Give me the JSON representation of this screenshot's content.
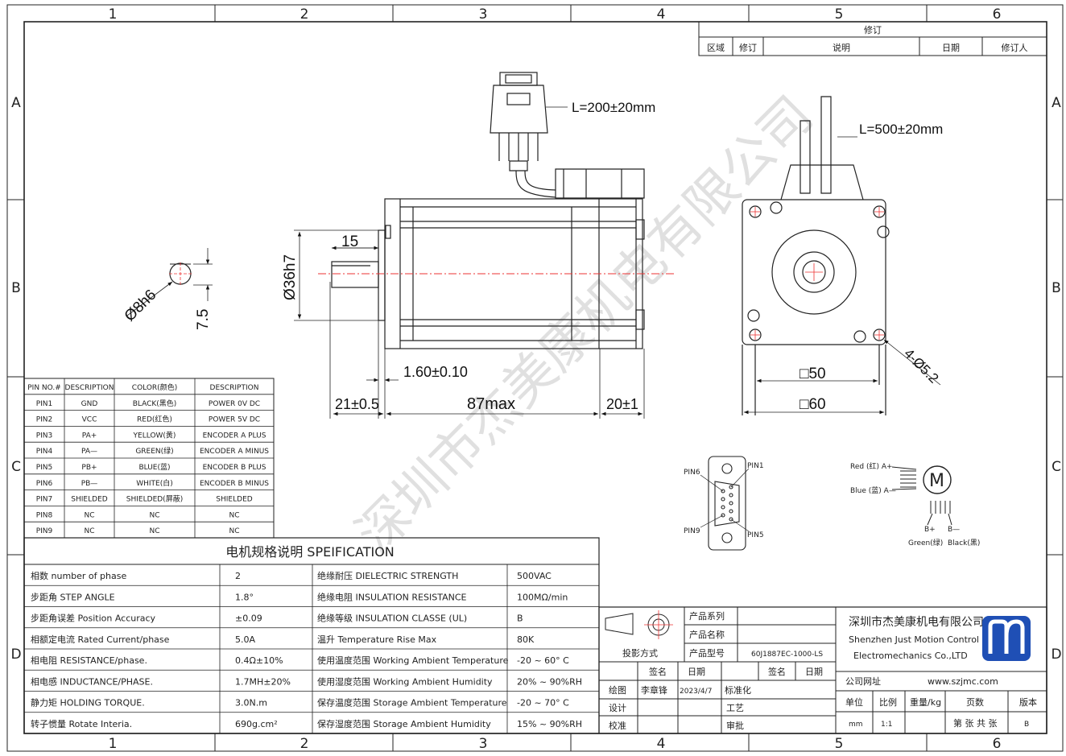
{
  "frame": {
    "columns": [
      "1",
      "2",
      "3",
      "4",
      "5",
      "6"
    ],
    "rows": [
      "A",
      "B",
      "C",
      "D"
    ]
  },
  "revision": {
    "title": "修订",
    "headers": [
      "区域",
      "修订",
      "说明",
      "日期",
      "修订人"
    ]
  },
  "dimensions": {
    "cable_connector": "L=200±20mm",
    "cable_power": "L=500±20mm",
    "shaft_dia": "Ø8h6",
    "shaft_flat": "7.5",
    "pilot": "Ø36h7",
    "flat_len": "15",
    "flange_thk": "1.60±0.10",
    "shaft_len": "21±0.5",
    "body_len": "87max",
    "rear_len": "20±1",
    "hole_spacing": "□50",
    "flange_size": "□60",
    "holes": "4-Ø5.2"
  },
  "pin_table": {
    "headers": [
      "PIN NO.#",
      "DESCRIPTION",
      "COLOR(颜色)",
      "DESCRIPTION"
    ],
    "rows": [
      [
        "PIN1",
        "GND",
        "BLACK(黑色)",
        "POWER 0V DC"
      ],
      [
        "PIN2",
        "VCC",
        "RED(红色)",
        "POWER 5V DC"
      ],
      [
        "PIN3",
        "PA+",
        "YELLOW(黄)",
        "ENCODER A PLUS"
      ],
      [
        "PIN4",
        "PA—",
        "GREEN(绿)",
        "ENCODER A MINUS"
      ],
      [
        "PIN5",
        "PB+",
        "BLUE(蓝)",
        "ENCODER B PLUS"
      ],
      [
        "PIN6",
        "PB—",
        "WHITE(白)",
        "ENCODER B MINUS"
      ],
      [
        "PIN7",
        "SHIELDED",
        "SHIELDED(屏蔽)",
        "SHIELDED"
      ],
      [
        "PIN8",
        "NC",
        "NC",
        "NC"
      ],
      [
        "PIN9",
        "NC",
        "NC",
        "NC"
      ]
    ]
  },
  "spec": {
    "title": "电机规格说明 SPEIFICATION",
    "rows": [
      [
        "相数 number of phase",
        "2",
        "绝缘耐压 DIELECTRIC STRENGTH",
        "500VAC"
      ],
      [
        "步距角 STEP ANGLE",
        "1.8°",
        "绝缘电阻 INSULATION RESISTANCE",
        "100MΩ/min"
      ],
      [
        "步距角误差 Position Accuracy",
        "±0.09",
        "绝缘等级 INSULATION CLASSE (UL)",
        "B"
      ],
      [
        "相额定电流 Rated Current/phase",
        "5.0A",
        "温升 Temperature Rise Max",
        "80K"
      ],
      [
        "相电阻 RESISTANCE/phase.",
        "0.4Ω±10%",
        "使用温度范围 Working Ambient Temperature",
        "-20 ~ 60° C"
      ],
      [
        "相电感 INDUCTANCE/PHASE.",
        "1.7MH±20%",
        "使用湿度范围 Working Ambient Humidity",
        "20% ~ 90%RH"
      ],
      [
        "静力矩 HOLDING TORQUE.",
        "3.0N.m",
        "保存温度范围 Storage Ambient Temperature",
        "-20 ~ 70° C"
      ],
      [
        "转子惯量 Rotate Interia.",
        "690g.cm²",
        "保存湿度范围 Storage Ambient Humidity",
        "15% ~ 90%RH"
      ]
    ]
  },
  "connector": {
    "pin6": "PIN6",
    "pin1": "PIN1",
    "pin9": "PIN9",
    "pin5": "PIN5"
  },
  "wiring": {
    "red": "Red (红) A+",
    "blue": "Blue (蓝) A—",
    "motor": "M",
    "bplus": "B+",
    "bminus": "B—",
    "green": "Green(绿)",
    "black": "Black(黑)"
  },
  "title_block": {
    "product_series": "产品系列",
    "product_name": "产品名称",
    "projection": "投影方式",
    "product_model": "产品型号",
    "model_value": "60J1887EC-1000-LS",
    "sign": "签名",
    "date": "日期",
    "sign2": "签名",
    "date2": "日期",
    "draw": "绘图",
    "drawer": "李章锋",
    "draw_date": "2023/4/7",
    "standard": "标准化",
    "design": "设计",
    "process": "工艺",
    "check": "校准",
    "approve": "审批",
    "company_cn": "深圳市杰美康机电有限公司",
    "company_en1": "Shenzhen Just Motion Control",
    "company_en2": "Electromechanics Co.,LTD",
    "website_label": "公司网址",
    "website": "www.szjmc.com",
    "unit": "单位",
    "scale": "比例",
    "weight": "重量/kg",
    "pages": "页数",
    "version": "版本",
    "unit_val": "mm",
    "scale_val": "1:1",
    "pages_val": "第 张 共 张",
    "version_val": "B"
  },
  "watermark": "深圳市杰美康机电有限公司"
}
